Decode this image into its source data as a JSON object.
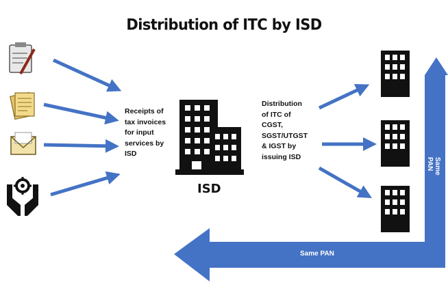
{
  "title": "Distribution of ITC by ISD",
  "receipts_text": [
    "Receipts of",
    "tax invoices",
    "for input",
    "services by",
    "ISD"
  ],
  "isd_label": "ISD",
  "distribution_text": [
    "Distribution",
    "of ITC of",
    "CGST,",
    "SGST/UTGST",
    "& IGST by",
    "issuing ISD"
  ],
  "same_pan_bottom": "Same PAN",
  "same_pan_right": "Same PAN",
  "colors": {
    "arrow": "#4472c4",
    "building": "#111111"
  },
  "icons": [
    "clipboard-pencil-icon",
    "documents-icon",
    "envelope-icon",
    "hands-gear-icon",
    "isd-building-icon",
    "branch-building-icon"
  ]
}
